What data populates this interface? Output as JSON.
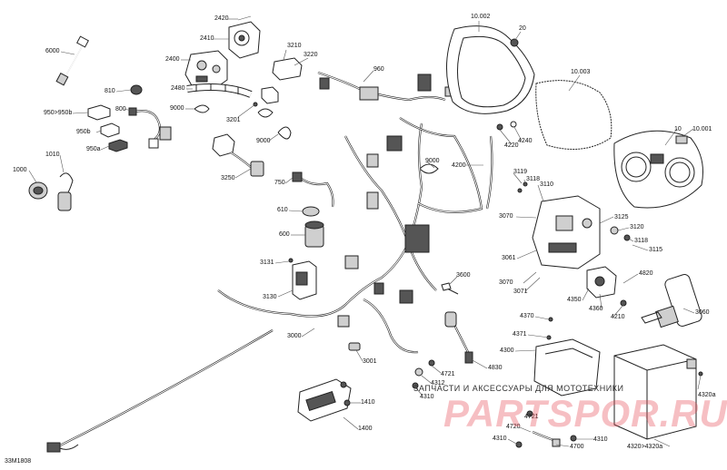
{
  "diagram_code": "33M1808",
  "watermark": {
    "caption": "ЗАПЧАСТИ И АКСЕССУАРЫ ДЛЯ МОТОТЕХНИКИ",
    "logo": "PARTSPOR.RU"
  },
  "callouts": {
    "c2420": "2420",
    "c2410": "2410",
    "c2400": "2400",
    "c2480": "2480",
    "c3210": "3210",
    "c3220": "3220",
    "c3201": "3201",
    "c960": "960",
    "c10002": "10.002",
    "c20": "20",
    "c10003": "10.003",
    "c6000": "6000",
    "c810": "810",
    "c950950b": "950>950b",
    "c800": "800",
    "c9000a": "9000",
    "c950b": "950b",
    "c950a": "950a",
    "c9000b": "9000",
    "c4220": "4220",
    "c4240": "4240",
    "c10": "10",
    "c10001": "10.001",
    "c1010": "1010",
    "c1000": "1000",
    "c3250": "3250",
    "c9000c": "9000",
    "c4200": "4200",
    "c750": "750",
    "c3119": "3119",
    "c3118a": "3118",
    "c3110": "3110",
    "c610": "610",
    "c3070a": "3070",
    "c3125": "3125",
    "c3120": "3120",
    "c600": "600",
    "c3118b": "3118",
    "c3115": "3115",
    "c3131": "3131",
    "c3061": "3061",
    "c4820": "4820",
    "c3600": "3600",
    "c3070b": "3070",
    "c3071": "3071",
    "c3130": "3130",
    "c4350": "4350",
    "c4360": "4360",
    "c4210": "4210",
    "c3060": "3060",
    "c4370": "4370",
    "c3000": "3000",
    "c4371": "4371",
    "c4300": "4300",
    "c3001": "3001",
    "c4721a": "4721",
    "c4830": "4830",
    "c4312": "4312",
    "c4310a": "4310",
    "c1410": "1410",
    "c1400": "1400",
    "c4721b": "4721",
    "c4320a": "4320a",
    "c4720": "4720",
    "c4310b": "4310",
    "c4700": "4700",
    "c4310c": "4310",
    "c4320": "4320>4320a"
  }
}
